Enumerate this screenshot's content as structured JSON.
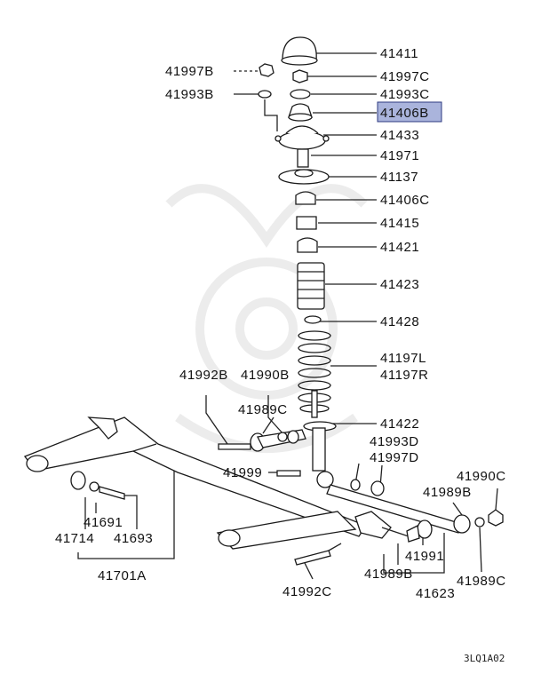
{
  "labels": {
    "l41411": "41411",
    "l41997B": "41997B",
    "l41997C": "41997C",
    "l41993B": "41993B",
    "l41993C": "41993C",
    "l41406B": "41406B",
    "l41433": "41433",
    "l41971": "41971",
    "l41137": "41137",
    "l41406C": "41406C",
    "l41415": "41415",
    "l41421": "41421",
    "l41423": "41423",
    "l41428": "41428",
    "l41197L": "41197L",
    "l41197R": "41197R",
    "l41992B": "41992B",
    "l41990B": "41990B",
    "l41989C_top": "41989C",
    "l41422": "41422",
    "l41993D": "41993D",
    "l41997D": "41997D",
    "l41999": "41999",
    "l41990C": "41990C",
    "l41989B_right": "41989B",
    "l41691": "41691",
    "l41714": "41714",
    "l41693": "41693",
    "l41701A": "41701A",
    "l41991": "41991",
    "l41989B_bottom": "41989B",
    "l41989C_bottom": "41989C",
    "l41623": "41623",
    "l41992C": "41992C"
  },
  "reference_code": "3LQ1A02",
  "highlight_color": "#aab4dc"
}
